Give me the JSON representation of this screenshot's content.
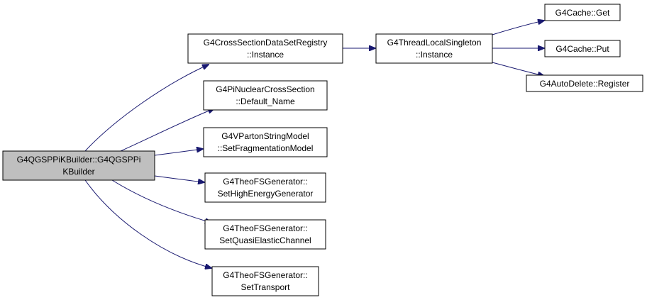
{
  "colors": {
    "root_fill": "#bfbfbf",
    "node_fill": "#ffffff",
    "border": "#000000",
    "edge": "#191970"
  },
  "nodes": {
    "root": {
      "line1": "G4QGSPPiKBuilder::G4QGSPPi",
      "line2": "KBuilder"
    },
    "cs_registry": {
      "line1": "G4CrossSectionDataSetRegistry",
      "line2": "::Instance"
    },
    "tls_instance": {
      "line1": "G4ThreadLocalSingleton",
      "line2": "::Instance"
    },
    "cache_get": {
      "line1": "G4Cache::Get"
    },
    "cache_put": {
      "line1": "G4Cache::Put"
    },
    "autodelete_register": {
      "line1": "G4AutoDelete::Register"
    },
    "pinuclear": {
      "line1": "G4PiNuclearCrossSection",
      "line2": "::Default_Name"
    },
    "parton_string": {
      "line1": "G4VPartonStringModel",
      "line2": "::SetFragmentationModel"
    },
    "theo_high": {
      "line1": "G4TheoFSGenerator::",
      "line2": "SetHighEnergyGenerator"
    },
    "theo_quasi": {
      "line1": "G4TheoFSGenerator::",
      "line2": "SetQuasiElasticChannel"
    },
    "theo_transport": {
      "line1": "G4TheoFSGenerator::",
      "line2": "SetTransport"
    }
  },
  "edges": [
    {
      "from": "root",
      "to": "cs_registry"
    },
    {
      "from": "root",
      "to": "pinuclear"
    },
    {
      "from": "root",
      "to": "parton_string"
    },
    {
      "from": "root",
      "to": "theo_high"
    },
    {
      "from": "root",
      "to": "theo_quasi"
    },
    {
      "from": "root",
      "to": "theo_transport"
    },
    {
      "from": "cs_registry",
      "to": "tls_instance"
    },
    {
      "from": "tls_instance",
      "to": "cache_get"
    },
    {
      "from": "tls_instance",
      "to": "cache_put"
    },
    {
      "from": "tls_instance",
      "to": "autodelete_register"
    }
  ]
}
